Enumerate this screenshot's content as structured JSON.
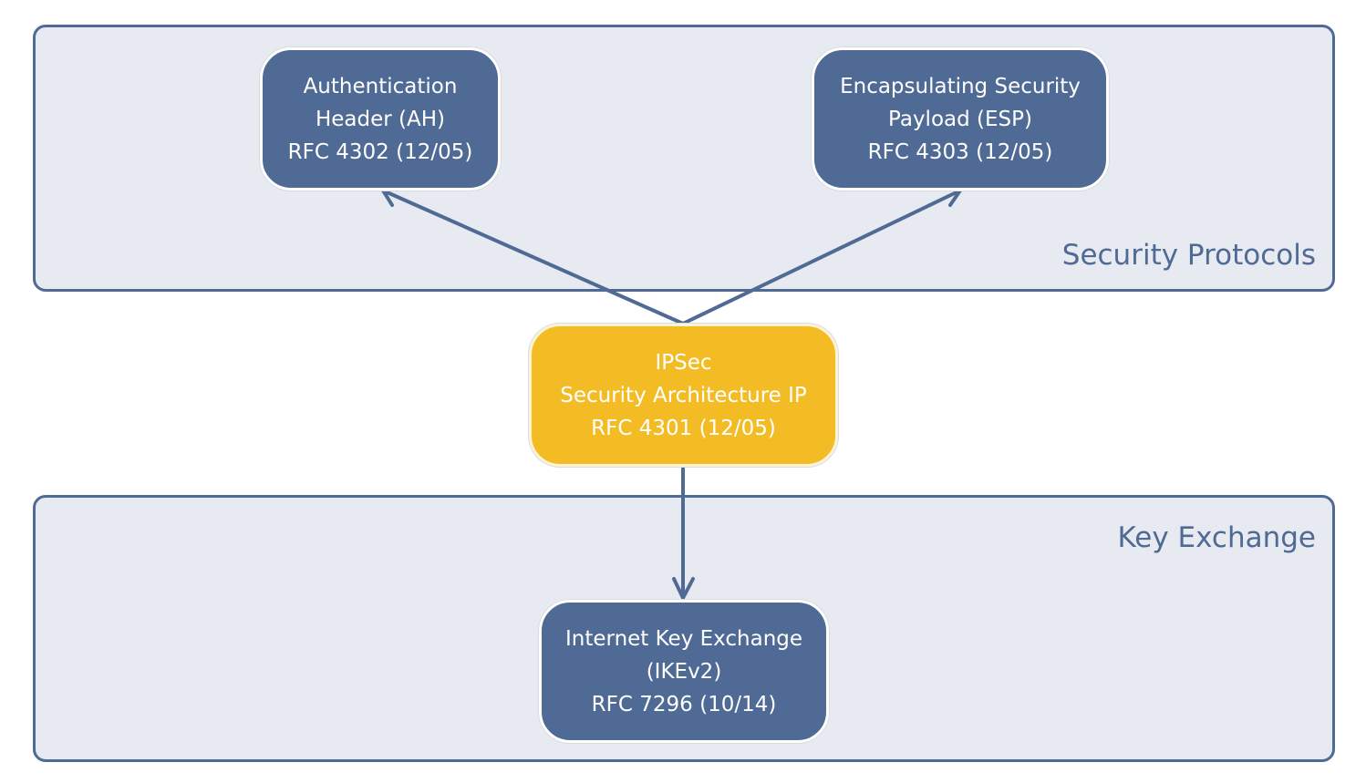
{
  "groups": {
    "security_protocols": {
      "label": "Security Protocols"
    },
    "key_exchange": {
      "label": "Key Exchange"
    }
  },
  "nodes": {
    "ah": {
      "lines": [
        "Authentication",
        "Header (AH)",
        "RFC 4302 (12/05)"
      ]
    },
    "esp": {
      "lines": [
        "Encapsulating Security",
        "Payload (ESP)",
        "RFC 4303 (12/05)"
      ]
    },
    "ipsec": {
      "lines": [
        "IPSec",
        "Security Architecture IP",
        "RFC 4301 (12/05)"
      ]
    },
    "ike": {
      "lines": [
        "Internet Key Exchange",
        "(IKEv2)",
        "RFC 7296 (10/14)"
      ]
    }
  },
  "edges": [
    {
      "from": "ipsec",
      "to": "ah"
    },
    {
      "from": "ipsec",
      "to": "esp"
    },
    {
      "from": "ipsec",
      "to": "ike"
    }
  ],
  "colors": {
    "node_blue": "#4f6a94",
    "node_yellow": "#f4bc24",
    "group_fill": "#e7eaf0",
    "group_border": "#4f6a94",
    "arrow": "#4f6a94"
  }
}
